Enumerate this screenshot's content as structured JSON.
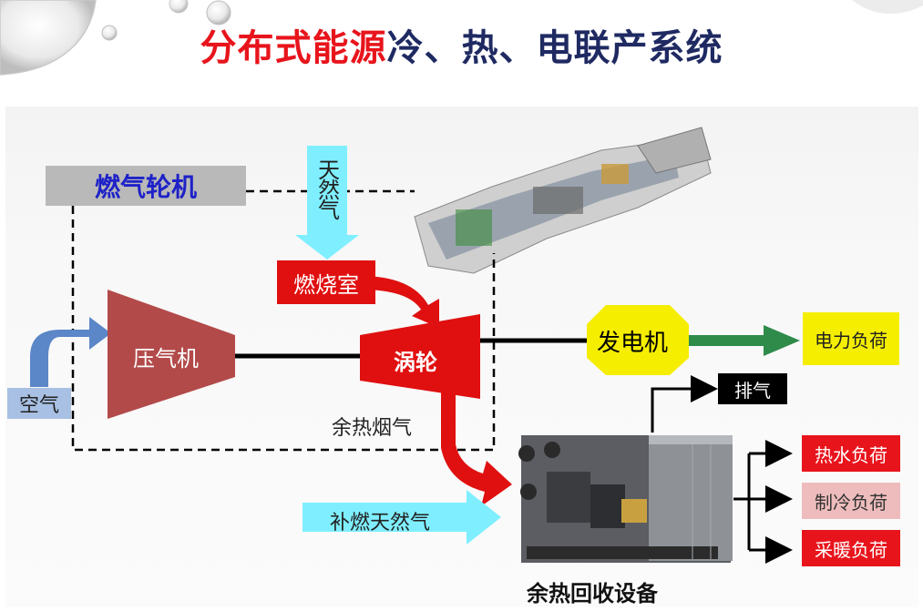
{
  "title": {
    "part_red": "分布式能源",
    "part_dark": "冷、热、电联产系统"
  },
  "diagram": {
    "gas_turbine": "燃气轮机",
    "natural_gas": "天然气",
    "combustor": "燃烧室",
    "compressor": "压气机",
    "turbine": "涡轮",
    "generator": "发电机",
    "power_load": "电力负荷",
    "air": "空气",
    "waste_heat_flue_gas": "余热烟气",
    "exhaust": "排气",
    "supplementary_gas": "补燃天然气",
    "hot_water_load": "热水负荷",
    "cooling_load": "制冷负荷",
    "heating_load": "采暖负荷",
    "heat_recovery_equipment": "余热回收设备"
  },
  "colors": {
    "title_red": "#e8141c",
    "title_dark": "#1f2a62",
    "combustor_red": "#e01010",
    "compressor_brown": "#b34a4a",
    "generator_yellow": "#f5ee00",
    "cyan_arrow": "#7fefff",
    "air_blue": "#5b86c8",
    "green_arrow": "#2e8b4a",
    "turbine_label_box": "#b9b9b9"
  }
}
